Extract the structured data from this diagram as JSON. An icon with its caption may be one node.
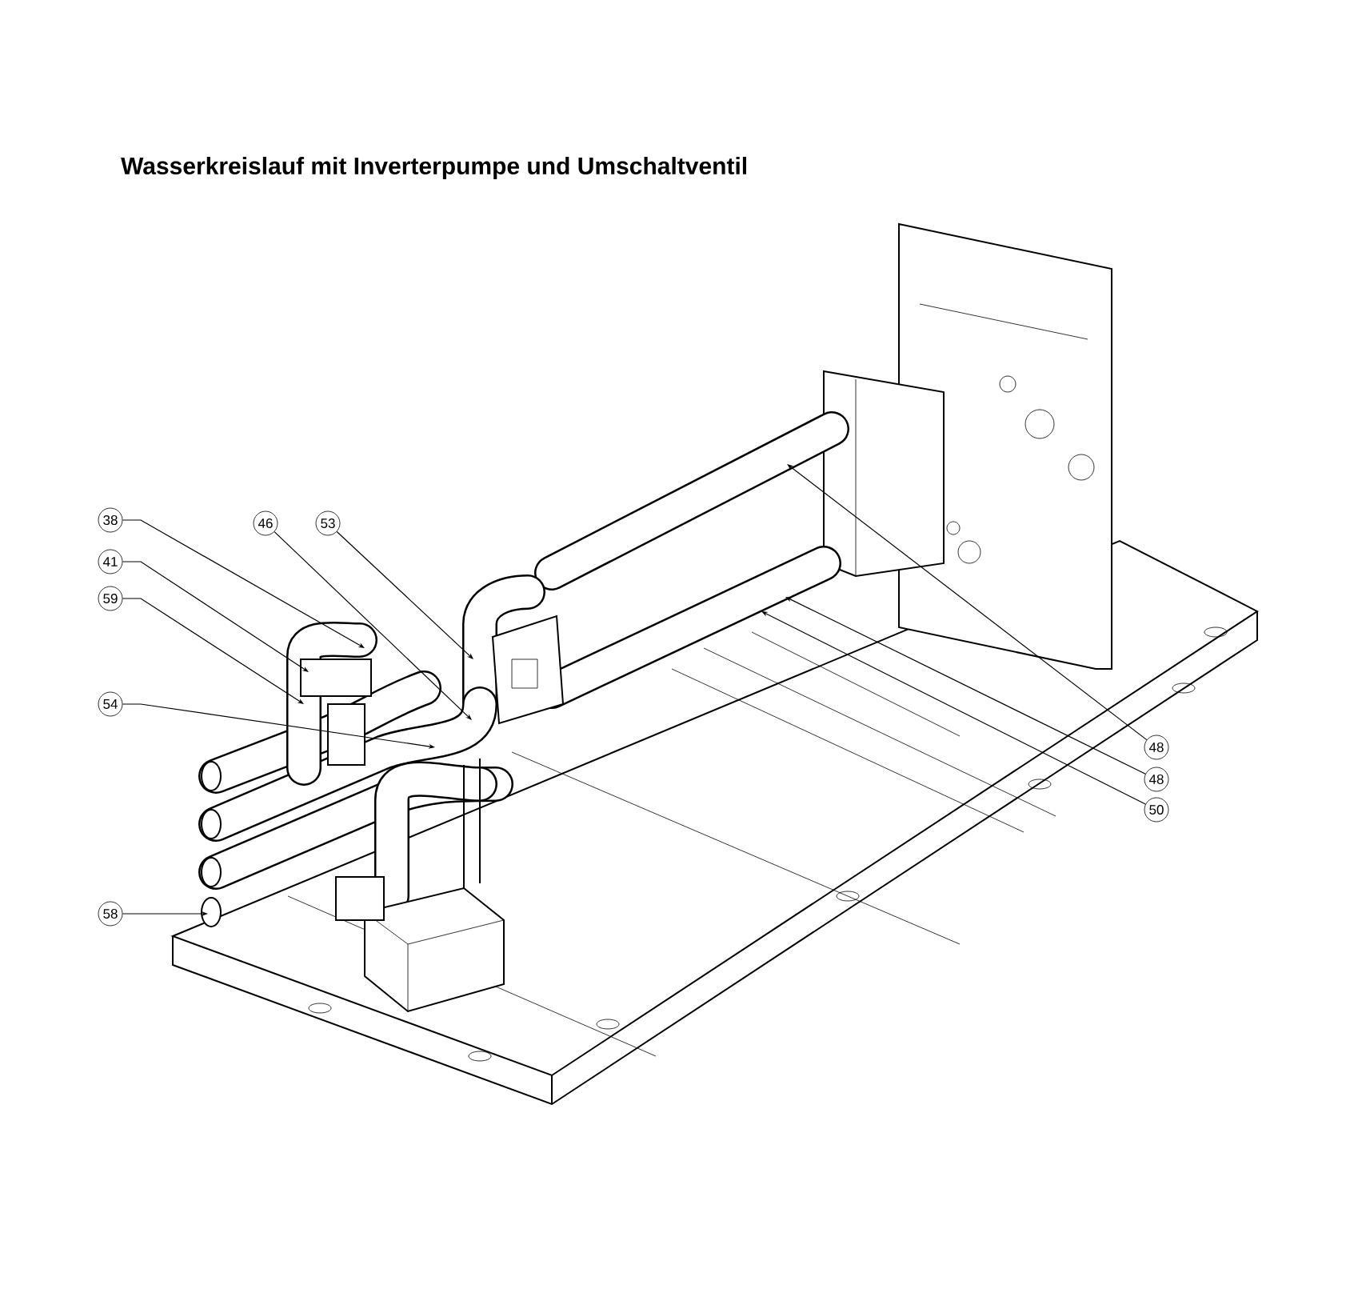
{
  "diagram": {
    "title": "Wasserkreislauf mit Inverterpumpe und Umschaltventil",
    "nodes": [
      {
        "text": [
          "38"
        ]
      },
      {
        "text": [
          "46"
        ]
      },
      {
        "text": [
          "53"
        ]
      },
      {
        "text": [
          "41"
        ]
      },
      {
        "text": [
          "59"
        ]
      },
      {
        "text": [
          "54"
        ]
      },
      {
        "text": [
          "48"
        ]
      },
      {
        "text": [
          "48"
        ]
      },
      {
        "text": [
          "50"
        ]
      },
      {
        "text": [
          "58"
        ]
      }
    ],
    "edges": [
      {
        "from": 0,
        "to": null,
        "arrow": "to"
      },
      {
        "from": 1,
        "to": null,
        "arrow": "to"
      },
      {
        "from": 2,
        "to": null,
        "arrow": "to"
      },
      {
        "from": 3,
        "to": null,
        "arrow": "to"
      },
      {
        "from": 4,
        "to": null,
        "arrow": "to"
      },
      {
        "from": 5,
        "to": null,
        "arrow": "to"
      },
      {
        "from": 6,
        "to": null,
        "arrow": "to"
      },
      {
        "from": 7,
        "to": null,
        "arrow": "to"
      },
      {
        "from": 8,
        "to": null,
        "arrow": "to"
      },
      {
        "from": 9,
        "to": null,
        "arrow": "to"
      }
    ]
  }
}
